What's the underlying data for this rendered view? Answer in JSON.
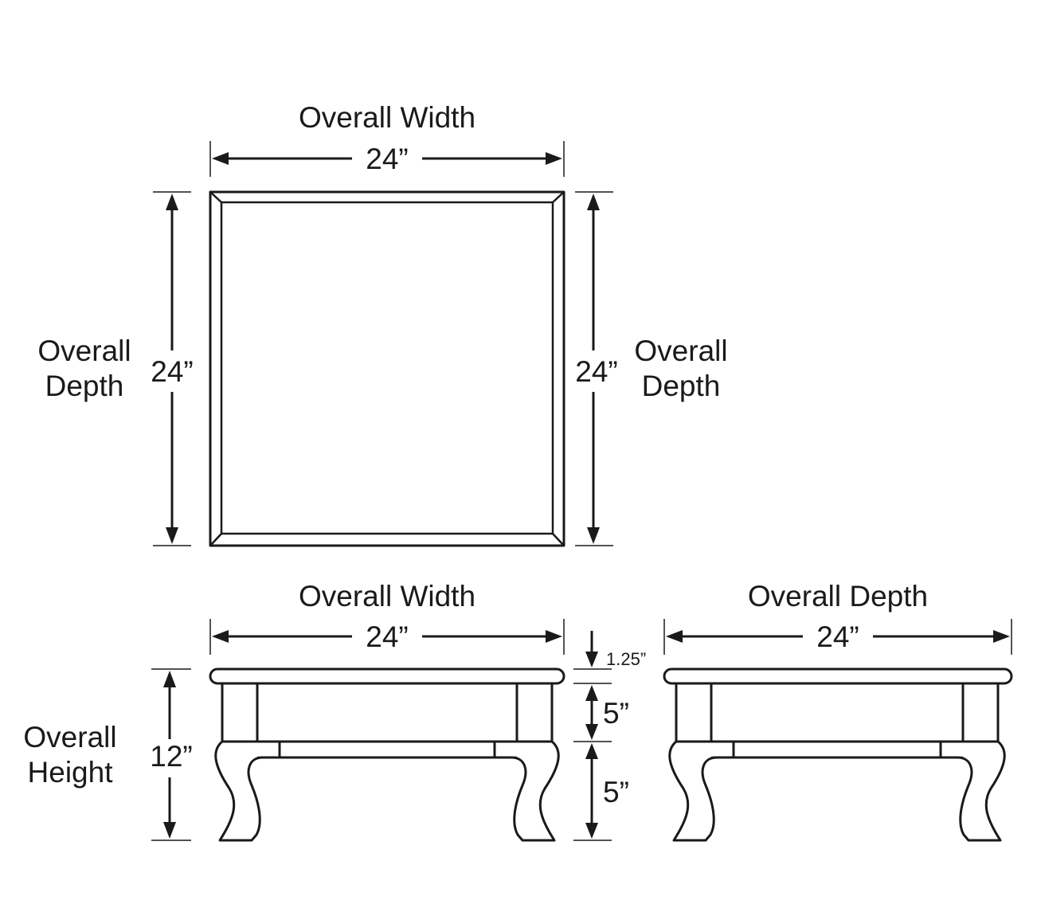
{
  "top_view": {
    "width_title": "Overall Width",
    "width_value": "24”",
    "left_depth_title_line1": "Overall",
    "left_depth_title_line2": "Depth",
    "left_depth_value": "24”",
    "right_depth_title_line1": "Overall",
    "right_depth_title_line2": "Depth",
    "right_depth_value": "24”"
  },
  "front_view": {
    "width_title": "Overall Width",
    "width_value": "24”",
    "height_title_line1": "Overall",
    "height_title_line2": "Height",
    "height_value": "12”",
    "top_thickness_value": "1.25”",
    "apron_value": "5”",
    "leg_value": "5”"
  },
  "side_view": {
    "depth_title": "Overall Depth",
    "depth_value": "24”"
  }
}
